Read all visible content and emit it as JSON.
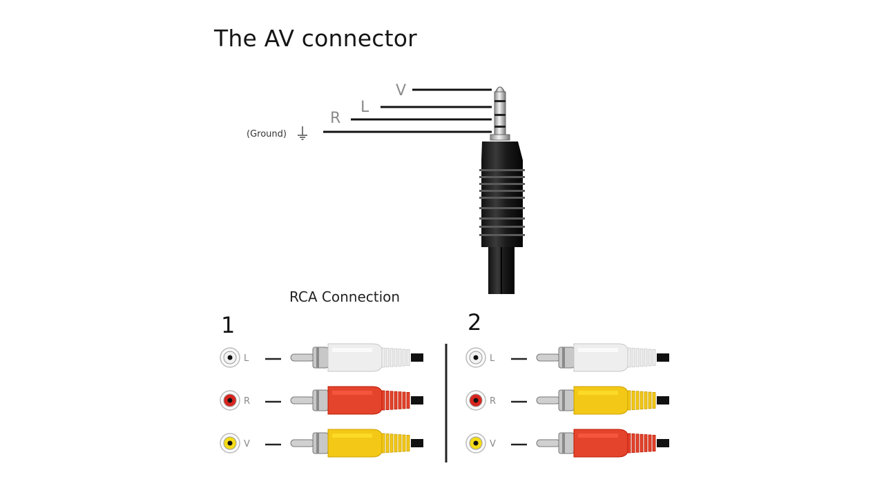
{
  "title": "The AV connector",
  "jack": {
    "pins": [
      {
        "label": "V"
      },
      {
        "label": "L"
      },
      {
        "label": "R"
      },
      {
        "label": "(Ground)"
      }
    ]
  },
  "rca": {
    "heading": "RCA Connection",
    "groups": [
      {
        "number": "1",
        "rows": [
          {
            "label": "L",
            "socket_color": "#f2f2f2",
            "plug_color": "#eeeeee"
          },
          {
            "label": "R",
            "socket_color": "#d8261f",
            "plug_color": "#e4432c"
          },
          {
            "label": "V",
            "socket_color": "#f4dc18",
            "plug_color": "#f3c816"
          }
        ]
      },
      {
        "number": "2",
        "rows": [
          {
            "label": "L",
            "socket_color": "#f2f2f2",
            "plug_color": "#eeeeee"
          },
          {
            "label": "R",
            "socket_color": "#d8261f",
            "plug_color": "#f3c816"
          },
          {
            "label": "V",
            "socket_color": "#f4dc18",
            "plug_color": "#e4432c"
          }
        ]
      }
    ]
  }
}
